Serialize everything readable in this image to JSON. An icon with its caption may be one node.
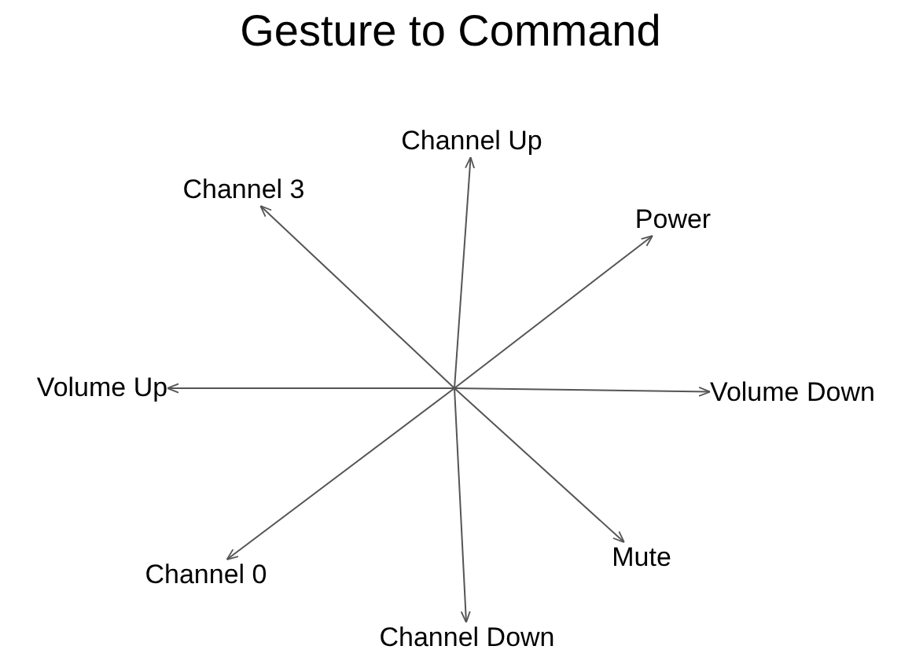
{
  "diagram": {
    "title": "Gesture to Command",
    "nodes": [
      {
        "text": [
          "Channel Up"
        ]
      },
      {
        "text": [
          "Channel 3"
        ]
      },
      {
        "text": [
          "Power"
        ]
      },
      {
        "text": [
          "Volume Up"
        ]
      },
      {
        "text": [
          "Volume Down"
        ]
      },
      {
        "text": [
          "Channel 0"
        ]
      },
      {
        "text": [
          "Mute"
        ]
      },
      {
        "text": [
          "Channel Down"
        ]
      }
    ],
    "edges": [
      {
        "from": null,
        "to": 0,
        "arrow": "to"
      },
      {
        "from": null,
        "to": 2,
        "arrow": "to"
      },
      {
        "from": null,
        "to": 4,
        "arrow": "to"
      },
      {
        "from": null,
        "to": 6,
        "arrow": "to"
      },
      {
        "from": null,
        "to": 7,
        "arrow": "to"
      },
      {
        "from": null,
        "to": 5,
        "arrow": "to"
      },
      {
        "from": null,
        "to": 3,
        "arrow": "to"
      },
      {
        "from": null,
        "to": 1,
        "arrow": "to"
      }
    ]
  }
}
